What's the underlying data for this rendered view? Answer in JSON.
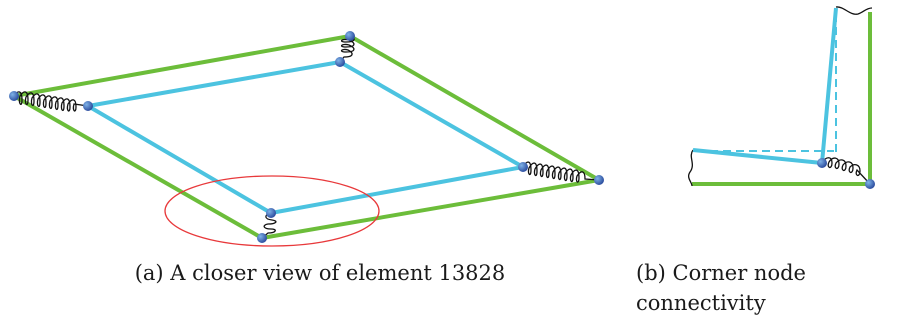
{
  "captions": {
    "a": "(a) A closer view of element 13828",
    "b": "(b) Corner node connectivity"
  },
  "colors": {
    "outer_edge": "#6cbd3a",
    "inner_edge": "#4cc3e0",
    "node": "#2e4fa0",
    "node_highlight": "#7fb3e8",
    "spring": "#111111",
    "highlight_ellipse": "#e8393b",
    "dashed_link": "#4cc3e0"
  },
  "icons": {
    "node": "node-dot",
    "spring": "coil-spring",
    "highlight": "ellipse-outline"
  }
}
